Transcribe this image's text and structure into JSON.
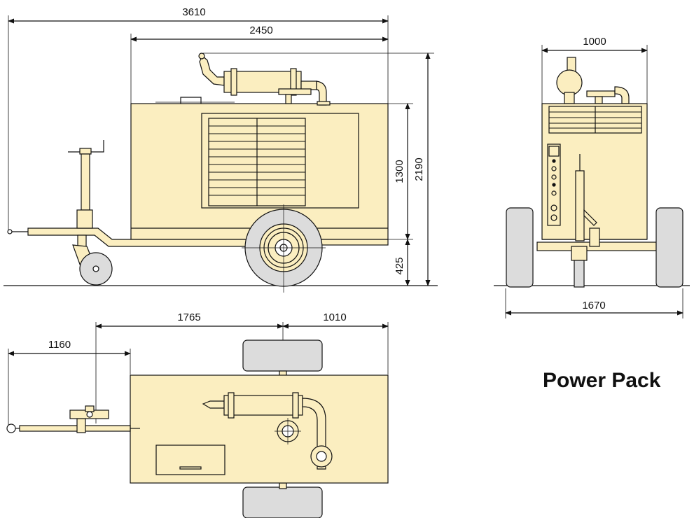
{
  "title": "Power Pack",
  "colors": {
    "body": "#fbeec0",
    "wheel": "#dcdcdc",
    "line": "#111111"
  },
  "side_view": {
    "overall_length": "3610",
    "body_length": "2450",
    "body_height": "1300",
    "overall_height": "2190",
    "ground_clearance": "425"
  },
  "rear_view": {
    "body_width": "1000",
    "track_width": "1670"
  },
  "top_view": {
    "drawbar_length": "1160",
    "axle_position": "1765",
    "rear_overhang": "1010"
  }
}
